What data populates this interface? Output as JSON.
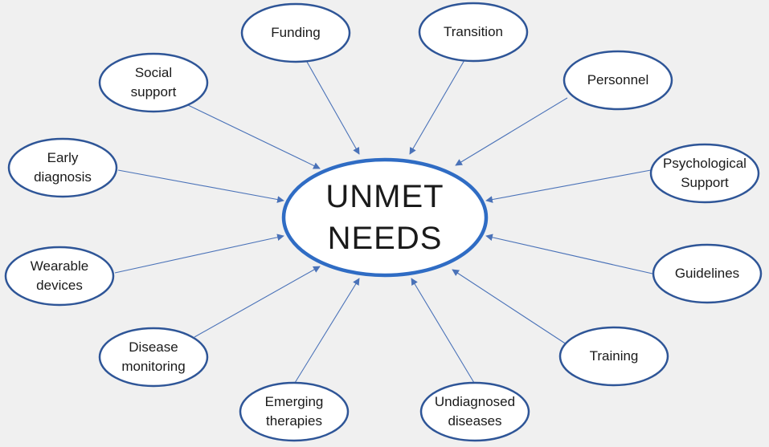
{
  "center": {
    "lines": [
      "UNMET",
      "NEEDS"
    ]
  },
  "nodes": [
    {
      "id": "funding",
      "lines": [
        "Funding"
      ]
    },
    {
      "id": "transition",
      "lines": [
        "Transition"
      ]
    },
    {
      "id": "social-support",
      "lines": [
        "Social",
        "support"
      ]
    },
    {
      "id": "personnel",
      "lines": [
        "Personnel"
      ]
    },
    {
      "id": "early-diagnosis",
      "lines": [
        "Early",
        "diagnosis"
      ]
    },
    {
      "id": "psychological-support",
      "lines": [
        "Psychological",
        "Support"
      ]
    },
    {
      "id": "wearable-devices",
      "lines": [
        "Wearable",
        "devices"
      ]
    },
    {
      "id": "guidelines",
      "lines": [
        "Guidelines"
      ]
    },
    {
      "id": "disease-monitoring",
      "lines": [
        "Disease",
        "monitoring"
      ]
    },
    {
      "id": "training",
      "lines": [
        "Training"
      ]
    },
    {
      "id": "emerging-therapies",
      "lines": [
        "Emerging",
        "therapies"
      ]
    },
    {
      "id": "undiagnosed-diseases",
      "lines": [
        "Undiagnosed",
        "diseases"
      ]
    }
  ],
  "colors": {
    "background": "#f0f0f0",
    "ellipse_fill": "#ffffff",
    "ellipse_stroke": "#2e5597",
    "center_stroke": "#2f6cc4",
    "arrow": "#4a72b8",
    "text": "#1a1a1a"
  }
}
